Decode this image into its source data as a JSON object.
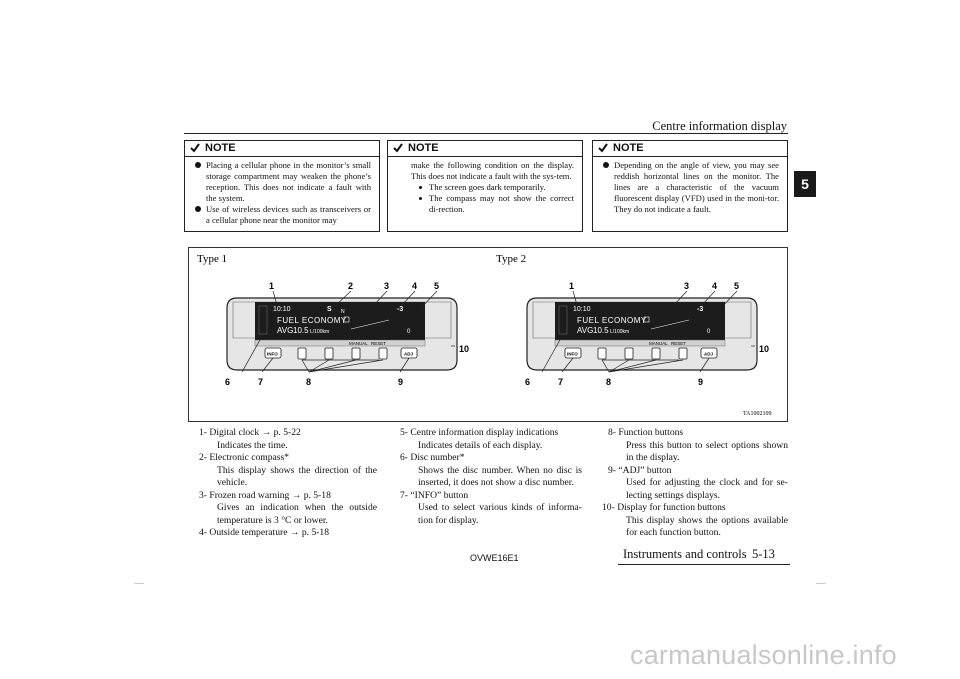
{
  "header": {
    "running_head": "Centre information display",
    "chapter_tab": "5"
  },
  "notes": [
    {
      "title": "NOTE",
      "bullets": [
        "Placing a cellular phone in the monitor’s small storage compartment may weaken the phone’s reception. This does not indicate a fault with the system.",
        "Use of wireless devices such as transceivers or a cellular phone near the monitor may"
      ]
    },
    {
      "title": "NOTE",
      "continuation": "make the following condition on the display. This does not indicate a fault with the sys-tem.",
      "subitems": [
        "The screen goes dark temporarily.",
        "The compass may not show the correct di-rection."
      ]
    },
    {
      "title": "NOTE",
      "bullets": [
        "Depending on the angle of view, you may see reddish horizontal lines on the monitor. The lines are a characteristic of the vacuum fluorescent display (VFD) used in the moni-tor. They do not indicate a fault."
      ]
    }
  ],
  "figure": {
    "type1_label": "Type 1",
    "type2_label": "Type 2",
    "figure_code": "TA1002109",
    "type1_callouts_top": [
      "1",
      "2",
      "3",
      "4",
      "5"
    ],
    "type2_callouts_top": [
      "1",
      "3",
      "4",
      "5"
    ],
    "callouts_bottom": [
      "6",
      "7",
      "8",
      "9"
    ],
    "callout_right": "10",
    "display": {
      "clock": "10:10",
      "compass": "S",
      "compass_sub": "N",
      "temperature": "-3",
      "main_line": "FUEL ECONOMY",
      "avg_label": "AVG",
      "avg_value": "10.5",
      "unit": "L/100km",
      "disc": "0",
      "tab_manual": "MANUAL",
      "tab_reset": "RESET",
      "btn_info": "INFO",
      "btn_adj": "ADJ"
    }
  },
  "legend": {
    "col1": [
      {
        "num": "1-",
        "title": "Digital clock → p. 5-22",
        "desc": "Indicates the time."
      },
      {
        "num": "2-",
        "title": "Electronic compass*",
        "desc": "This display shows the direction of the vehicle."
      },
      {
        "num": "3-",
        "title": "Frozen road warning → p. 5-18",
        "desc": "Gives an indication when the outside temperature is 3 °C or lower."
      },
      {
        "num": "4-",
        "title": "Outside temperature → p. 5-18",
        "desc": ""
      }
    ],
    "col2": [
      {
        "num": "5-",
        "title": "Centre information display indications",
        "desc": "Indicates details of each display."
      },
      {
        "num": "6-",
        "title": "Disc number*",
        "desc": "Shows the disc number. When no disc is inserted, it does not show a disc number."
      },
      {
        "num": "7-",
        "title": "“INFO” button",
        "desc": "Used to select various kinds of informa-tion for display."
      }
    ],
    "col3": [
      {
        "num": "8-",
        "title": "Function buttons",
        "desc": "Press this button to select options shown in the display."
      },
      {
        "num": "9-",
        "title": "“ADJ” button",
        "desc": "Used for adjusting the clock and for se-lecting settings displays."
      },
      {
        "num": "10-",
        "title": "Display for function buttons",
        "desc": "This display shows the options available for each function button."
      }
    ]
  },
  "footer": {
    "code": "OVWE16E1",
    "section": "Instruments and controls",
    "page": "5-13"
  },
  "watermark": "carmanualsonline.info"
}
